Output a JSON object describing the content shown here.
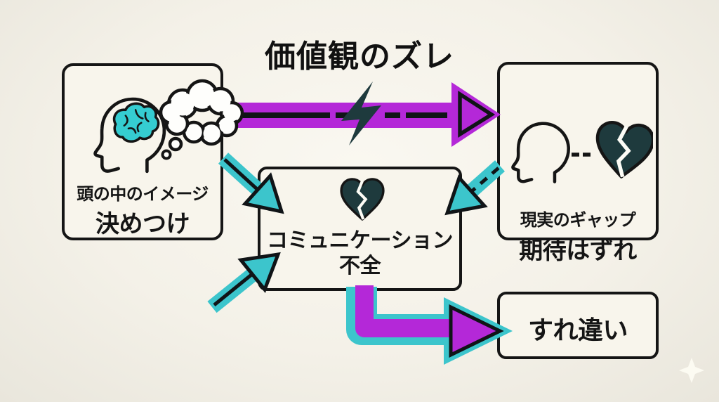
{
  "title": "価値観のズレ",
  "boxes": {
    "left": {
      "caption": "頭の中のイメージ",
      "label": "決めつけ"
    },
    "right": {
      "caption": "現実のギャップ",
      "label": "期待はずれ"
    },
    "center": {
      "caption": "コミュニケーション",
      "label": "不全"
    },
    "result": {
      "label": "すれ違い"
    }
  },
  "icons": [
    "head-with-brain-icon",
    "thought-bubble-icon",
    "head-profile-icon",
    "broken-heart-icon",
    "lightning-bolt-icon",
    "sparkle-icon"
  ],
  "arrows": [
    {
      "name": "values-gap-arrow",
      "from": "left-box",
      "to": "right-box",
      "color": "purple",
      "annotation": "lightning-bolt"
    },
    {
      "name": "assumption-arrow",
      "from": "left-box",
      "to": "center-box",
      "color": "teal",
      "line": "solid"
    },
    {
      "name": "expectation-arrow",
      "from": "right-box",
      "to": "center-box",
      "color": "teal",
      "line": "dashed"
    },
    {
      "name": "external-input-arrow",
      "from": "outside",
      "to": "center-box",
      "color": "teal",
      "line": "solid"
    },
    {
      "name": "misunderstanding-arrow",
      "from": "center-box",
      "to": "result-box",
      "color": "purple-on-teal"
    }
  ],
  "colors": {
    "background": "#f4f1e8",
    "panel": "#f8f5ec",
    "ink": "#151515",
    "arrow_purple": "#b428d8",
    "arrow_teal": "#3cc5cc",
    "dark_accent": "#1e3a3d",
    "brain_teal": "#35cdd1"
  }
}
